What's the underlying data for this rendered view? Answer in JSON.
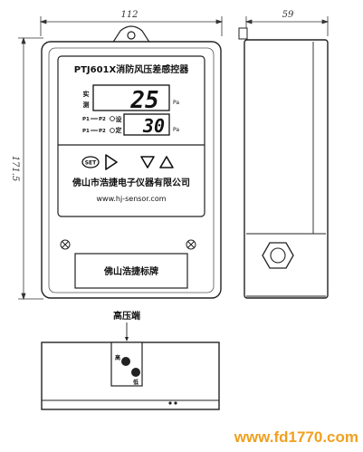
{
  "dimensions": {
    "width": "112",
    "depth": "59",
    "height": "171.5"
  },
  "device": {
    "model_title": "PTJ601X消防风压差感控器",
    "actual_label_1": "实",
    "actual_label_2": "测",
    "actual_value": "25",
    "unit_1": "Pa",
    "set_label_1": "设",
    "set_label_2": "定",
    "set_value": "30",
    "unit_2": "Pa",
    "p1_label": "P1",
    "p2_label": "P1",
    "p1_sub": "P2",
    "p2_sub": "P2",
    "set_button": "SET",
    "company": "佛山市浩捷电子仪器有限公司",
    "website": "www.hj-sensor.com",
    "nameplate": "佛山浩捷标牌"
  },
  "bottom_view": {
    "high_pressure_label": "高压端",
    "port_1": "高",
    "port_2": "低"
  },
  "watermark": "www.fd1770.com"
}
